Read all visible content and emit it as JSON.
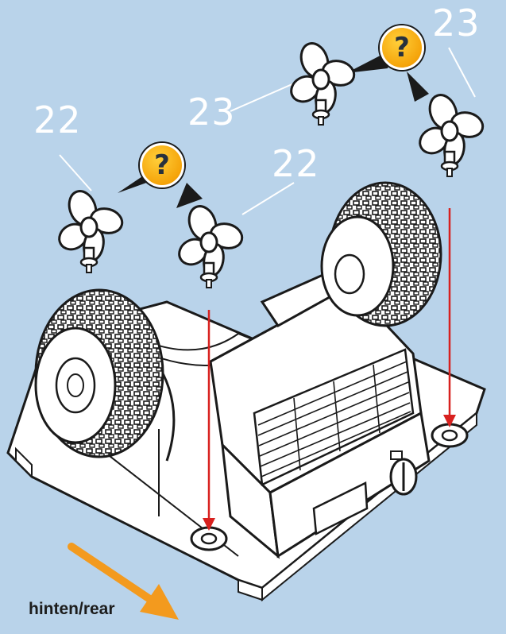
{
  "callouts": {
    "prop_left_22": "22",
    "prop_mid_22": "22",
    "prop_upper_23": "23",
    "prop_right_23": "23"
  },
  "hints": {
    "symbol": "?",
    "icon": "question-mark-badge-icon",
    "color": "#f5a40a"
  },
  "direction": {
    "label": "hinten/rear",
    "arrow_color": "#f39a1e"
  },
  "colors": {
    "background": "#b9d3ea",
    "guide_arrow": "#d8211f",
    "line_art": "#1a1a1a"
  }
}
